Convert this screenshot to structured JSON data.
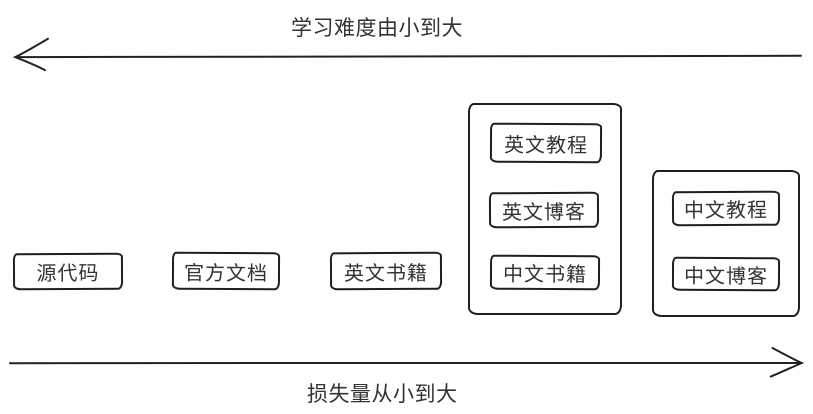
{
  "diagram": {
    "top_arrow": {
      "label": "学习难度由小到大",
      "direction": "left"
    },
    "bottom_arrow": {
      "label": "损失量从小到大",
      "direction": "right"
    },
    "nodes": [
      {
        "label": "源代码"
      },
      {
        "label": "官方文档"
      },
      {
        "label": "英文书籍"
      }
    ],
    "groups": [
      {
        "nodes": [
          {
            "label": "英文教程"
          },
          {
            "label": "英文博客"
          },
          {
            "label": "中文书籍"
          }
        ]
      },
      {
        "nodes": [
          {
            "label": "中文教程"
          },
          {
            "label": "中文博客"
          }
        ]
      }
    ],
    "colors": {
      "stroke": "#1f1f1f",
      "text": "#333333",
      "background": "#ffffff"
    }
  }
}
